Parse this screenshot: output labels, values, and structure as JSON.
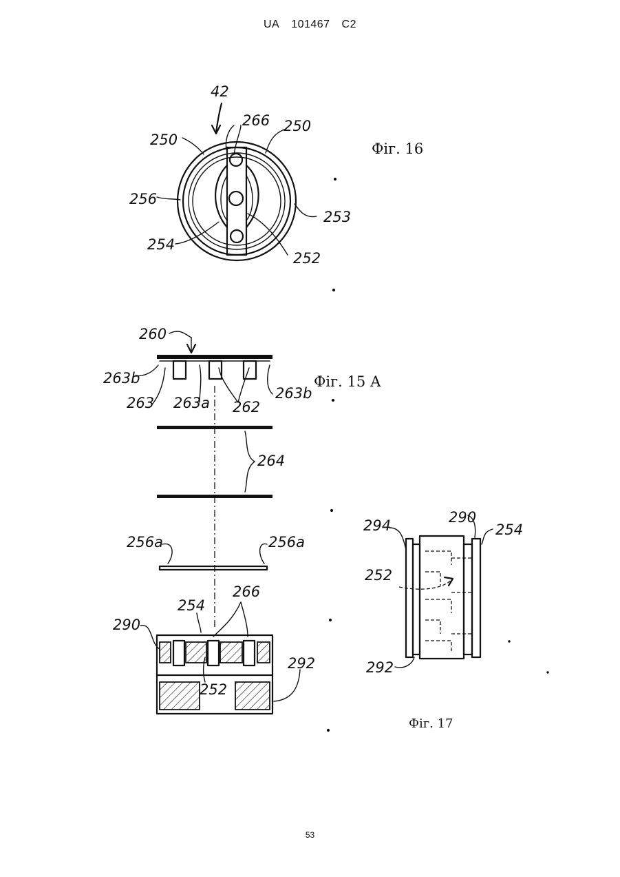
{
  "header": {
    "country": "UA",
    "number": "101467",
    "kind": "C2"
  },
  "captions": {
    "fig16": "Фіг. 16",
    "fig15a": "Фіг. 15 А",
    "fig17": "Фіг. 17"
  },
  "labels": {
    "fig16": [
      "42",
      "266",
      "250",
      "250",
      "256",
      "253",
      "254",
      "252"
    ],
    "fig15a": [
      "260",
      "263b",
      "263",
      "263a",
      "262",
      "263b",
      "264",
      "256a",
      "256a",
      "254",
      "266",
      "290",
      "292",
      "252"
    ],
    "fig17": [
      "290",
      "254",
      "294",
      "252",
      "292"
    ]
  },
  "page_number": "53"
}
